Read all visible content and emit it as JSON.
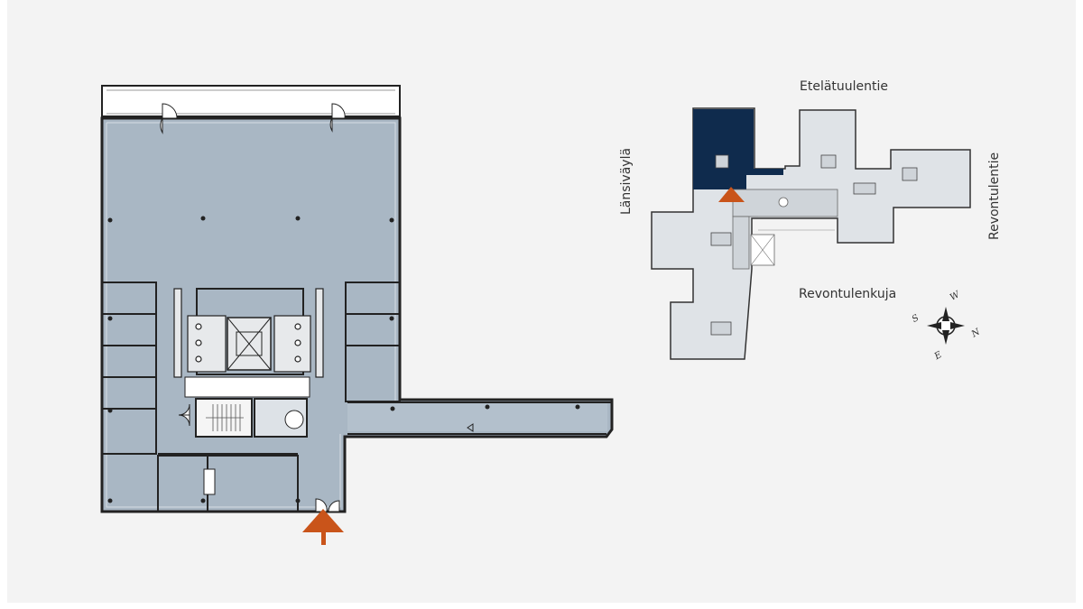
{
  "colors": {
    "floor_fill": "#a9b7c4",
    "wall": "#222222",
    "corridor_fill": "#b3c0cc",
    "core_fill": "#e7e9eb",
    "arrow": "#c9541a",
    "site_fill": "#dfe3e7",
    "highlight": "#0f2b4d",
    "background": "#f3f3f3"
  },
  "site_map": {
    "streets": {
      "north": "Etelätuulentie",
      "west": "Länsiväylä",
      "east": "Revontulentie",
      "south": "Revontulenkuja"
    }
  },
  "compass": {
    "labels": {
      "w": "W",
      "s": "S",
      "n": "N",
      "e": "E"
    }
  },
  "icons": {
    "entrance": "entrance-arrow-icon",
    "compass": "compass-rose-icon",
    "stairs": "stairs-icon",
    "door": "door-swing-icon"
  }
}
